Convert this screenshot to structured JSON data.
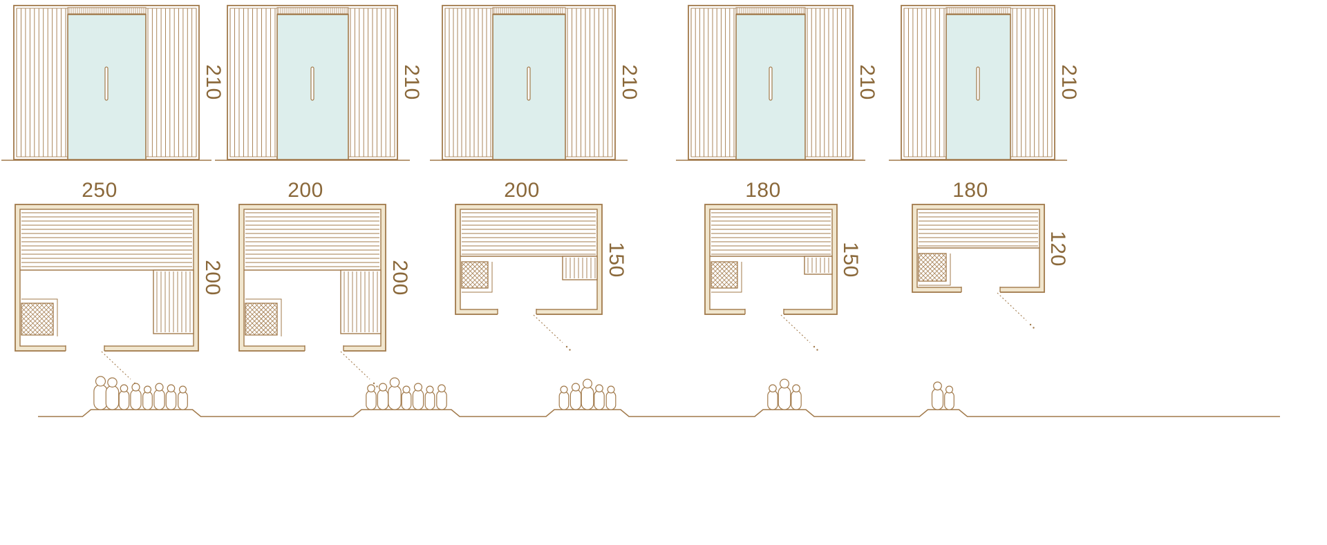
{
  "palette": {
    "line": "#a1794a",
    "label": "#8a683a",
    "glass": "#ddeeec",
    "wall_fill": "#f1e6ce"
  },
  "models": [
    {
      "width_label": "250",
      "depth_label": "200",
      "height_label": "210",
      "width_cm": 250,
      "depth_cm": 200,
      "height_cm": 210,
      "capacity_persons": 8,
      "plan": {
        "bench_layout": "l-shape",
        "heater": "bottom-left"
      }
    },
    {
      "width_label": "200",
      "depth_label": "200",
      "height_label": "210",
      "width_cm": 200,
      "depth_cm": 200,
      "height_cm": 210,
      "capacity_persons": 7,
      "plan": {
        "bench_layout": "l-shape",
        "heater": "bottom-left"
      }
    },
    {
      "width_label": "200",
      "depth_label": "150",
      "height_label": "210",
      "width_cm": 200,
      "depth_cm": 150,
      "height_cm": 210,
      "capacity_persons": 5,
      "plan": {
        "bench_layout": "step",
        "heater": "left"
      }
    },
    {
      "width_label": "180",
      "depth_label": "150",
      "height_label": "210",
      "width_cm": 180,
      "depth_cm": 150,
      "height_cm": 210,
      "capacity_persons": 3,
      "plan": {
        "bench_layout": "step",
        "heater": "left"
      }
    },
    {
      "width_label": "180",
      "depth_label": "120",
      "height_label": "210",
      "width_cm": 180,
      "depth_cm": 120,
      "height_cm": 210,
      "capacity_persons": 2,
      "plan": {
        "bench_layout": "straight",
        "heater": "left"
      }
    }
  ]
}
